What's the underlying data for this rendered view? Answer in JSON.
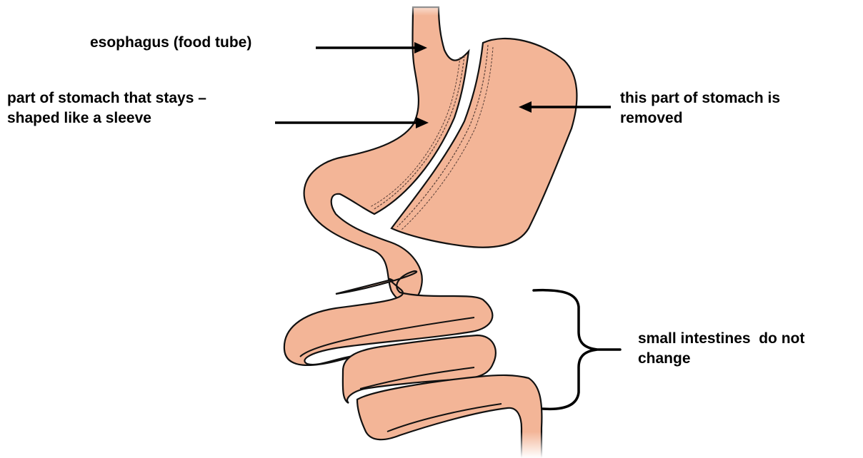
{
  "labels": {
    "esophagus": "esophagus (food tube)",
    "sleeve_line1": "part of stomach that stays –",
    "sleeve_line2": "shaped like a sleeve",
    "removed_line1": "this part of stomach is",
    "removed_line2": "removed",
    "intestines_line1": "small intestines  do not",
    "intestines_line2": "change"
  },
  "colors": {
    "organ_fill": "#f3b597",
    "outline": "#111111",
    "background": "#ffffff"
  }
}
